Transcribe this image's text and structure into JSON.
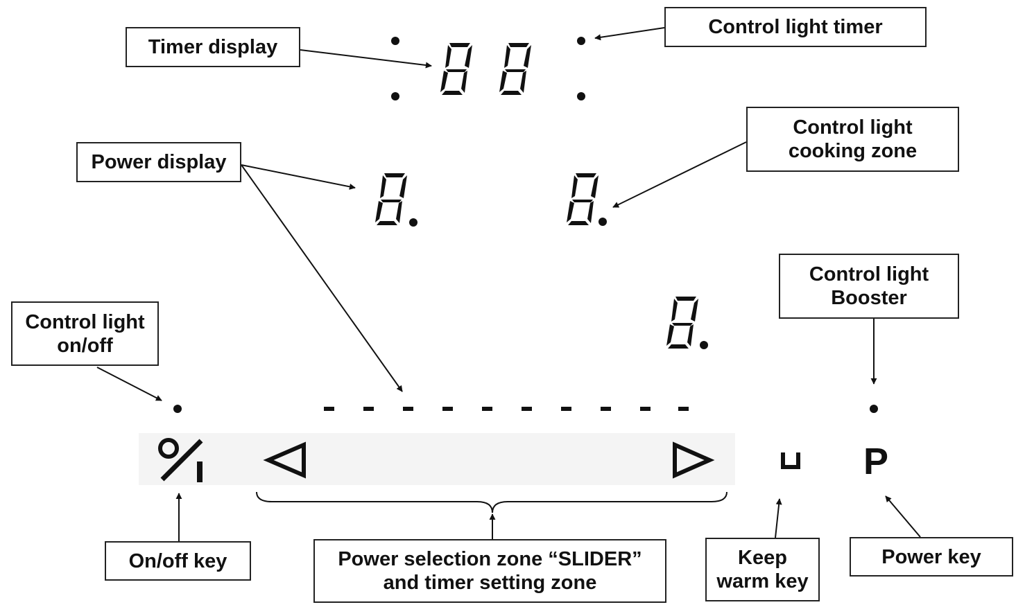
{
  "labels": {
    "timer_display": "Timer display",
    "control_light_timer": "Control light timer",
    "power_display": "Power display",
    "control_light_cooking_zone": "Control light\ncooking zone",
    "control_light_booster": "Control light\nBooster",
    "control_light_onoff": "Control light\non/off",
    "onoff_key": "On/off key",
    "slider_zone": "Power selection zone “SLIDER”\nand timer setting zone",
    "keep_warm_key": "Keep\nwarm key",
    "power_key": "Power key"
  },
  "keys": {
    "power_key_symbol": "P"
  },
  "icons": {
    "onoff": "onoff-icon",
    "left_arrow": "left-triangle-icon",
    "right_arrow": "right-triangle-icon",
    "keep_warm": "keep-warm-icon"
  },
  "colors": {
    "ink": "#111111",
    "panel": "#f4f4f4"
  }
}
